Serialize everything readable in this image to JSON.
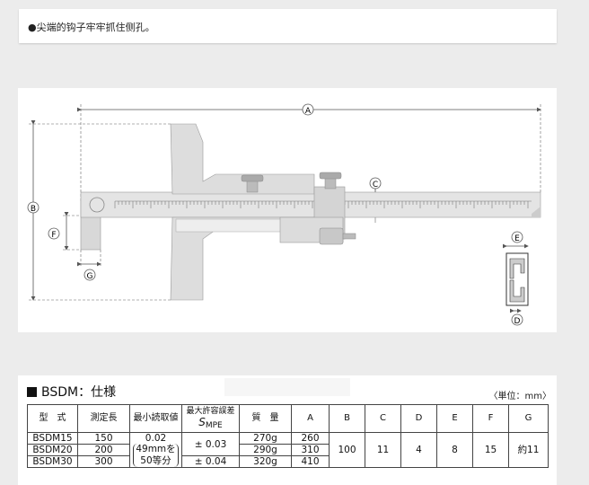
{
  "note": {
    "text": "●尖端的钩子牢牢抓住侧孔。"
  },
  "drawing": {
    "labels": {
      "A": "A",
      "B": "B",
      "C": "C",
      "D": "D",
      "E": "E",
      "F": "F",
      "G": "G"
    }
  },
  "spec": {
    "title": "BSDM：仕様",
    "unit": "〈単位：mm〉",
    "headers": {
      "model": "型　式",
      "range": "測定長",
      "reading": "最小読取値",
      "mpe_top": "最大許容誤差",
      "mpe_s": "S",
      "mpe_sub": "MPE",
      "mass": "質　量",
      "A": "A",
      "B": "B",
      "C": "C",
      "D": "D",
      "E": "E",
      "F": "F",
      "G": "G"
    },
    "rows": [
      {
        "model": "BSDM15",
        "range": "150",
        "mass": "270g",
        "A": "260"
      },
      {
        "model": "BSDM20",
        "range": "200",
        "mass": "290g",
        "A": "310"
      },
      {
        "model": "BSDM30",
        "range": "300",
        "mass": "320g",
        "A": "410"
      }
    ],
    "reading": {
      "value": "0.02",
      "note1": "49mmを",
      "note2": "50等分"
    },
    "mpe": {
      "first": "± 0.03",
      "third": "± 0.04"
    },
    "common": {
      "B": "100",
      "C": "11",
      "D": "4",
      "E": "8",
      "F": "15",
      "G": "約11"
    }
  }
}
